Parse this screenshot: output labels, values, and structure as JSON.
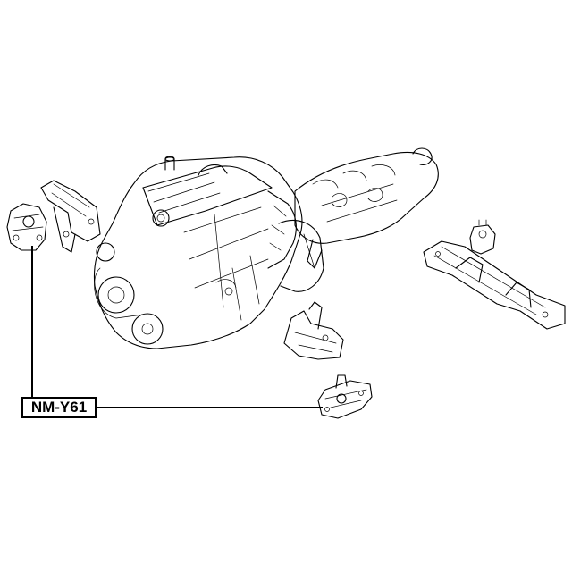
{
  "diagram": {
    "part_number_label": "NM-Y61"
  },
  "colors": {
    "line": "#000000",
    "background": "#ffffff"
  },
  "components": [
    "engine-assembly",
    "transmission",
    "transmission-crossmember",
    "left-engine-mount",
    "left-engine-mount-bracket",
    "right-engine-mount-bracket",
    "right-engine-mount"
  ]
}
